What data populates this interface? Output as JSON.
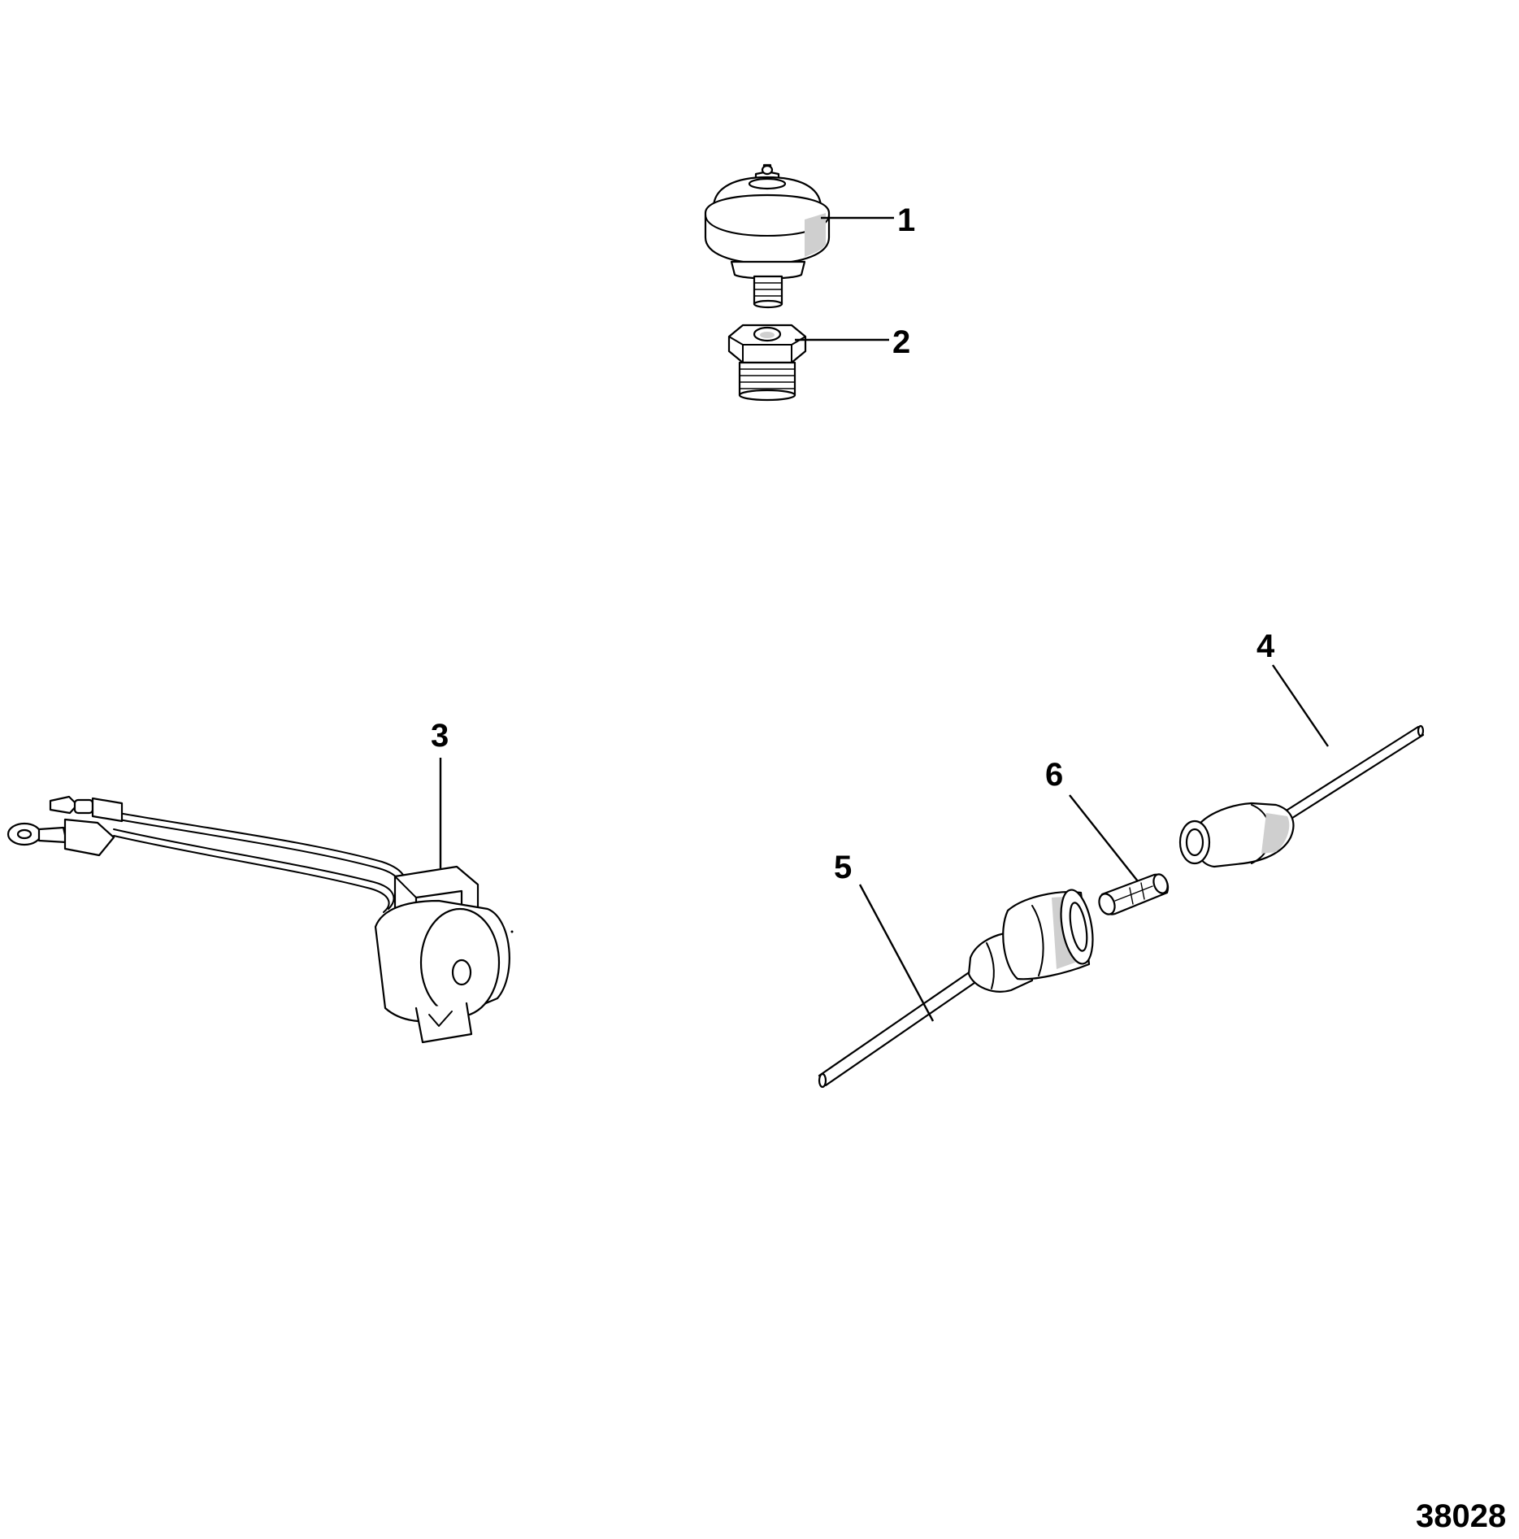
{
  "callouts": [
    {
      "id": "1",
      "label": "1"
    },
    {
      "id": "2",
      "label": "2"
    },
    {
      "id": "3",
      "label": "3"
    },
    {
      "id": "4",
      "label": "4"
    },
    {
      "id": "5",
      "label": "5"
    },
    {
      "id": "6",
      "label": "6"
    }
  ],
  "figure_id": "38028",
  "colors": {
    "line": "#000000",
    "background": "#ffffff",
    "shade": "#cfcfcf"
  }
}
